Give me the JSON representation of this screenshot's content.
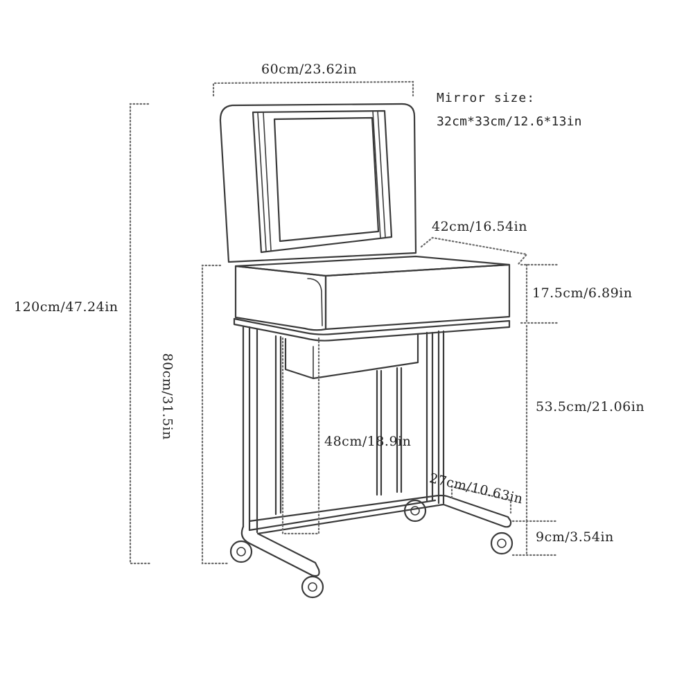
{
  "dimensions": {
    "total_width": "60cm/23.62in",
    "mirror_size_title": "Mirror size:",
    "mirror_size_value": "32cm*33cm/12.6*13in",
    "depth": "42cm/16.54in",
    "total_height": "120cm/47.24in",
    "box_height": "17.5cm/6.89in",
    "table_height": "80cm/31.5in",
    "leg_height": "53.5cm/21.06in",
    "inner_width": "48cm/18.9in",
    "base_depth": "27cm/10.63in",
    "wheel_height": "9cm/3.54in"
  }
}
